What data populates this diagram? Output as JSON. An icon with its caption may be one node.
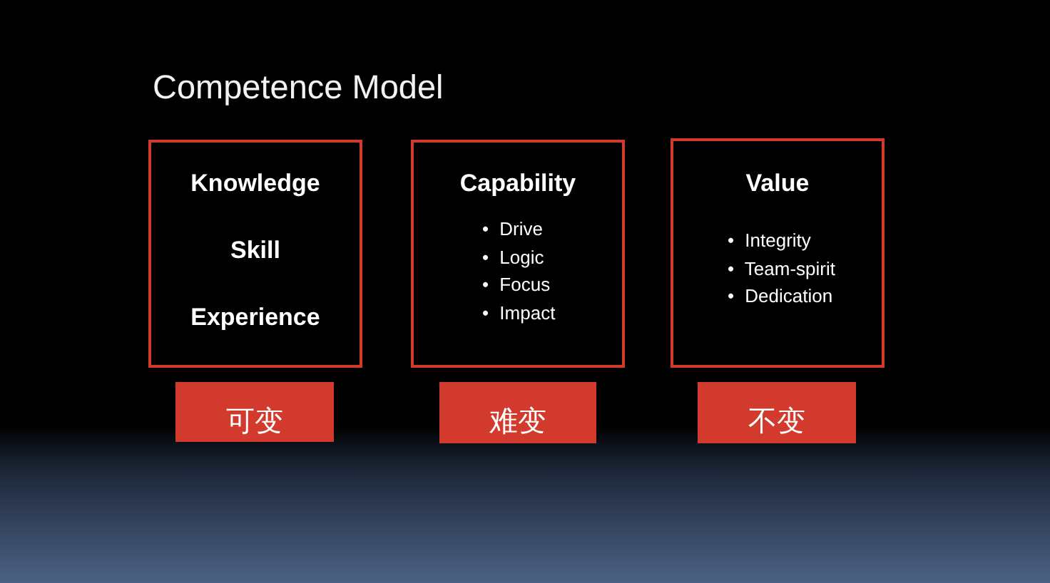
{
  "diagram": {
    "title": "Competence Model",
    "nodes": [
      {
        "text": [
          "Knowledge",
          "Skill",
          "Experience"
        ]
      },
      {
        "text": [
          "Capability",
          "• Drive",
          "• Logic",
          "• Focus",
          "• Impact"
        ]
      },
      {
        "text": [
          "Value",
          "• Integrity",
          "• Team-spirit",
          "• Dedication"
        ]
      },
      {
        "text": [
          "可变"
        ]
      },
      {
        "text": [
          "难变"
        ]
      },
      {
        "text": [
          "不变"
        ]
      }
    ]
  }
}
